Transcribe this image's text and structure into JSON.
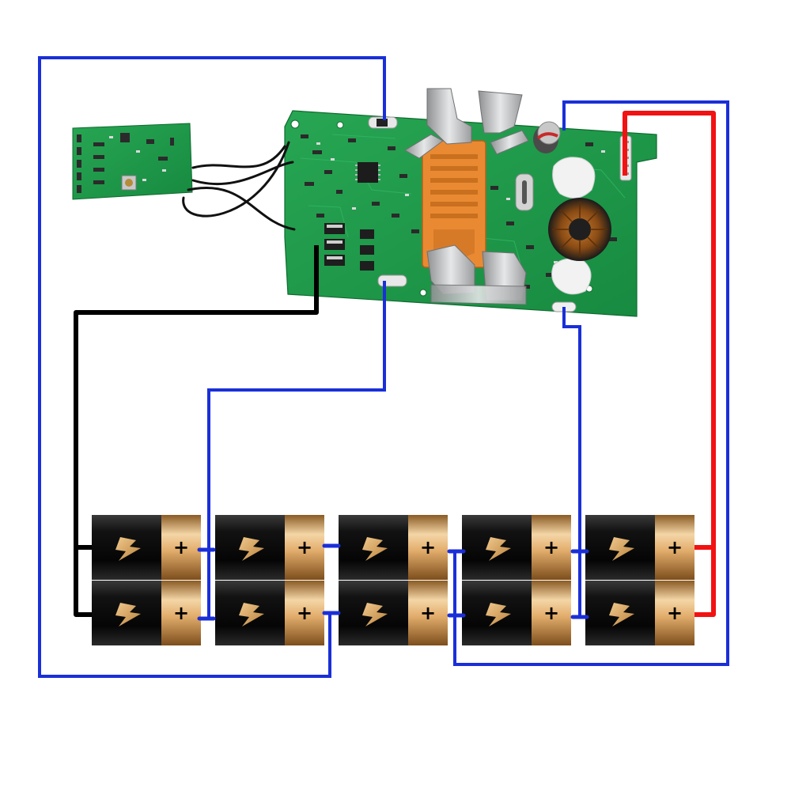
{
  "colors": {
    "background": "#ffffff",
    "balance_wire": "#1a2fd8",
    "negative_wire": "#000000",
    "positive_wire": "#f21212",
    "pcb": "#1f9a4a",
    "pcb_dark": "#137a38",
    "connector": "#e98a32",
    "cell_black": "#111111",
    "cell_gold": "#d9a364"
  },
  "icons": {
    "cell_icon": "lightning-bolt-icon",
    "terminal_icon": "plus-sign-icon"
  },
  "cells": {
    "count": 10,
    "columns": 5,
    "rows": 2,
    "terminal_sign": "+"
  }
}
